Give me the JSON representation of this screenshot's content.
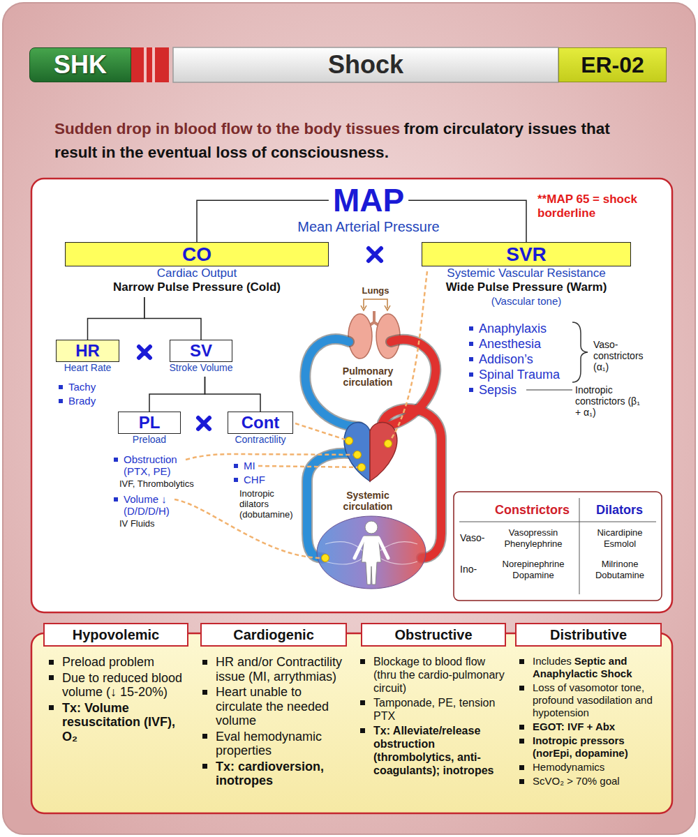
{
  "diagram": {
    "title": "Shock",
    "nodes": [
      {
        "text": [
          "SHK"
        ]
      },
      {
        "text": [
          "ER-02"
        ]
      },
      {
        "text": [
          "MAP",
          "Mean Arterial Pressure"
        ]
      },
      {
        "text": [
          "CO",
          "Cardiac Output",
          "Narrow Pulse Pressure (Cold)"
        ]
      },
      {
        "text": [
          "SVR",
          "Systemic Vascular Resistance",
          "Wide Pulse Pressure (Warm)",
          "(Vascular tone)"
        ]
      },
      {
        "text": [
          "HR",
          "Heart Rate"
        ]
      },
      {
        "text": [
          "SV",
          "Stroke Volume"
        ]
      },
      {
        "text": [
          "PL",
          "Preload"
        ]
      },
      {
        "text": [
          "Cont",
          "Contractility"
        ]
      },
      {
        "text": [
          "Hypovolemic"
        ]
      },
      {
        "text": [
          "Cardiogenic"
        ]
      },
      {
        "text": [
          "Obstructive"
        ]
      },
      {
        "text": [
          "Distributive"
        ]
      }
    ],
    "edges": [
      {
        "from": 2,
        "to": 3,
        "arrow": "none"
      },
      {
        "from": 2,
        "to": 4,
        "arrow": "none"
      },
      {
        "from": 3,
        "to": 5,
        "arrow": "none"
      },
      {
        "from": 3,
        "to": 6,
        "arrow": "none"
      },
      {
        "from": 6,
        "to": 7,
        "arrow": "none"
      },
      {
        "from": 6,
        "to": 8,
        "arrow": "none"
      }
    ],
    "labels": [
      "Sudden drop in blood flow to the body tissues",
      "from circulatory issues that result in the eventual loss of consciousness.",
      "**MAP 65 = shock borderline",
      "Tachy",
      "Brady",
      "Obstruction (PTX, PE)",
      "IVF, Thrombolytics",
      "Volume ↓ (D/D/D/H)",
      "IV Fluids",
      "MI",
      "CHF",
      "Inotropic dilators (dobutamine)",
      "Anaphylaxis",
      "Anesthesia",
      "Addison’s",
      "Spinal Trauma",
      "Sepsis",
      "Vaso-constrictors (α₁)",
      "Inotropic constrictors (β₁ + α₁)",
      "Lungs",
      "Pulmonary circulation",
      "Systemic circulation",
      "Constrictors",
      "Dilators",
      "Vaso-",
      "Ino-",
      "Vasopressin Phenylephrine",
      "Nicardipine Esmolol",
      "Norepinephrine Dopamine",
      "Milrinone Dobutamine",
      "Preload problem",
      "Due to reduced blood volume (↓ 15-20%)",
      "Tx: Volume resuscitation (IVF), O₂",
      "HR and/or Contractility issue (MI, arrythmias)",
      "Heart unable to circulate the needed volume",
      "Eval hemodynamic properties",
      "Tx: cardioversion, inotropes",
      "Blockage to blood flow (thru the cardio-pulmonary circuit)",
      "Tamponade, PE, tension PTX",
      "Tx: Alleviate/release obstruction (thrombolytics, anti-coagulants); inotropes",
      "Includes",
      "Septic and Anaphylactic Shock",
      "Loss of vasomotor tone, profound vasodilation and hypotension",
      "EGOT: IVF + Abx",
      "Inotropic pressors (norEpi, dopamine)",
      "Hemodynamics",
      "ScVO₂ > 70% goal"
    ]
  }
}
